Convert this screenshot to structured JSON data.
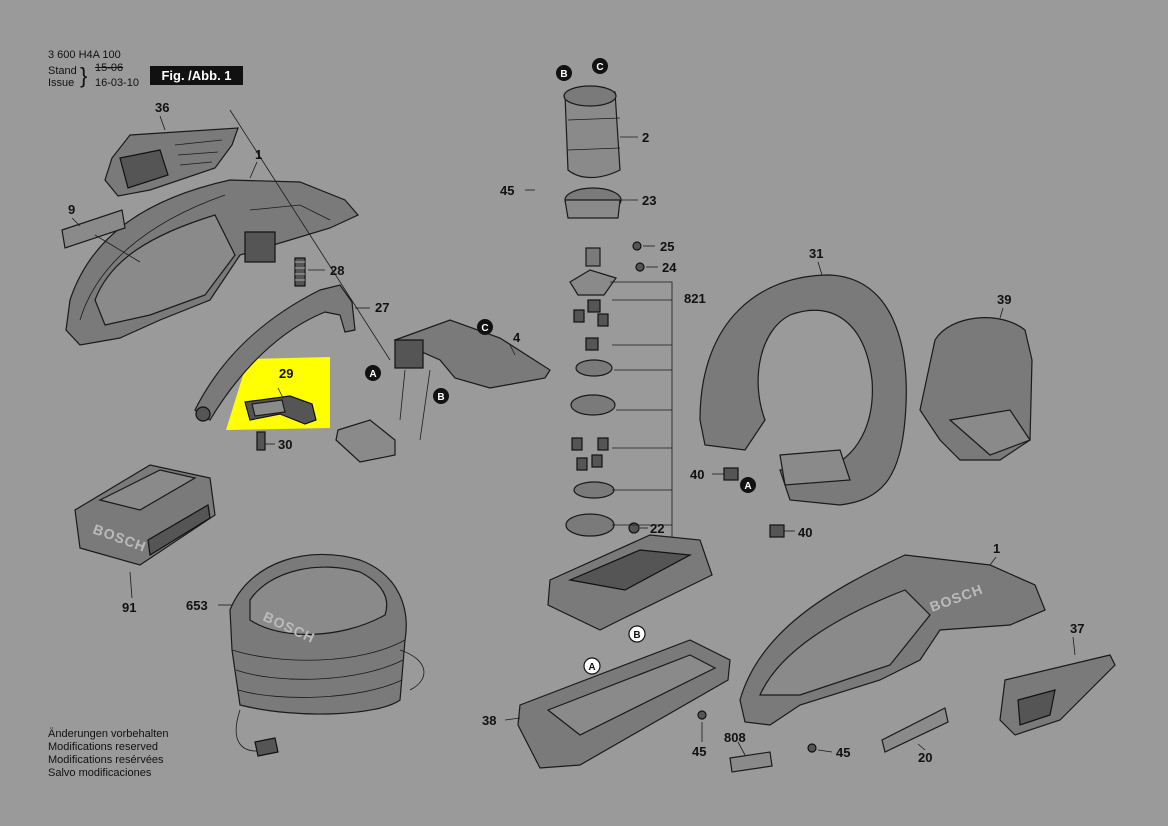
{
  "header": {
    "doc_number": "3 600 H4A 100",
    "stand_label": "Stand",
    "stand_value": "15-06",
    "issue_label": "Issue",
    "issue_value": "16-03-10",
    "figure_label": "Fig. /Abb. 1"
  },
  "notes": [
    "Änderungen vorbehalten",
    "Modifications reserved",
    "Modifications resérvées",
    "Salvo modificaciones"
  ],
  "brand_text": "BOSCH",
  "highlight_color": "#ffff00",
  "part_labels": {
    "p36": "36",
    "p1a": "1",
    "p9": "9",
    "p28": "28",
    "p27": "27",
    "p29": "29",
    "p30": "30",
    "p91": "91",
    "p653": "653",
    "p2": "2",
    "p45a": "45",
    "p23": "23",
    "p25": "25",
    "p24": "24",
    "p821": "821",
    "p4": "4",
    "p22": "22",
    "p38": "38",
    "p45b": "45",
    "p808": "808",
    "p45c": "45",
    "p20": "20",
    "p31": "31",
    "p39": "39",
    "p40a": "40",
    "p40b": "40",
    "p1b": "1",
    "p37": "37"
  },
  "connectors": {
    "b_top": "B",
    "c_top": "C",
    "c_mid": "C",
    "a_mid": "A",
    "b_mid": "B",
    "a_ring": "A",
    "b_low": "B",
    "a_low": "A"
  }
}
